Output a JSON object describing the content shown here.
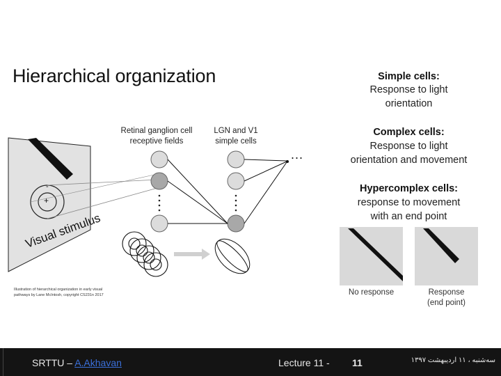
{
  "slide": {
    "title": "Hierarchical organization",
    "retinal_caption_1": "Retinal ganglion cell",
    "retinal_caption_2": "receptive fields",
    "lgn_caption_1": "LGN and V1",
    "lgn_caption_2": "simple cells",
    "ellipsis": "...",
    "visual_stimulus": "Visual stimulus",
    "plus": "+",
    "minus": "-",
    "illustration_credit_1": "Illustration of hierarchical organization in early visual",
    "illustration_credit_2": "pathways by Lane McIntosh, copyright CS231n 2017"
  },
  "right_text": {
    "simple_heading": "Simple cells:",
    "simple_body_1": "Response to light",
    "simple_body_2": "orientation",
    "complex_heading": "Complex cells:",
    "complex_body_1": "Response to light",
    "complex_body_2": "orientation and movement",
    "hyper_heading": "Hypercomplex cells:",
    "hyper_body_1": "response to movement",
    "hyper_body_2": "with an end point",
    "no_response": "No response",
    "response": "Response",
    "end_point": "(end point)"
  },
  "footer": {
    "left_prefix": "SRTTU – ",
    "author_link": "A.Akhavan",
    "lecture": "Lecture 11 -",
    "page": "11",
    "date": "سه‌شنبه ، ۱۱ اردیبهشت ۱۳۹۷"
  },
  "colors": {
    "footer_bg": "#141414",
    "link": "#3a6fd8",
    "panel": "#d9d9d9",
    "cell_gray": "#a8a8a8",
    "cell_light": "#dcdcdc"
  }
}
